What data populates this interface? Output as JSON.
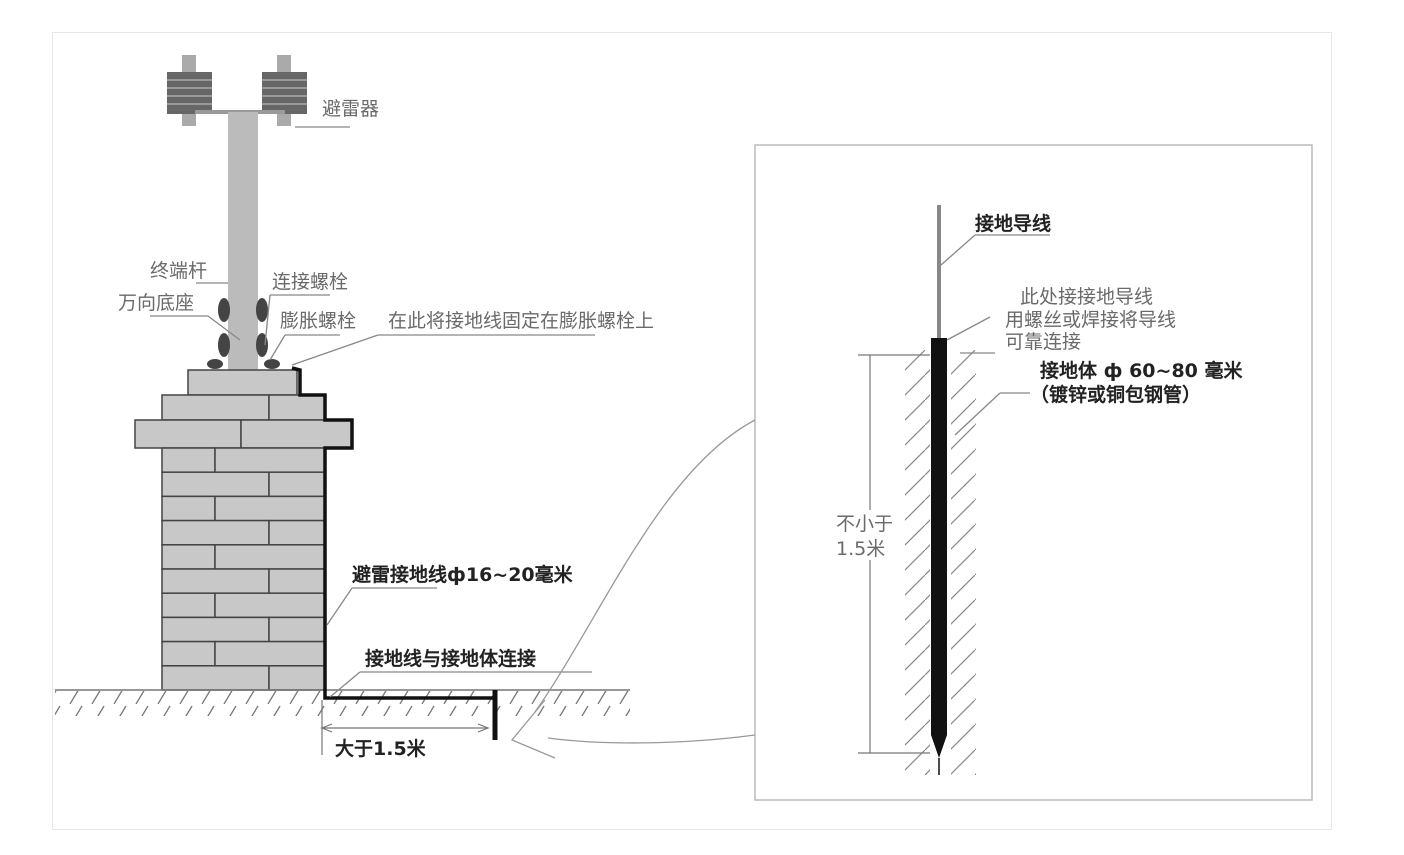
{
  "left_labels": {
    "arrester": "避雷器",
    "terminal_pole": "终端杆",
    "universal_base": "万向底座",
    "connect_bolt": "连接螺栓",
    "expansion_bolt": "膨胀螺栓",
    "fix_note": "在此将接地线固定在膨胀螺栓上",
    "ground_wire": "避雷接地线ф16~20毫米",
    "connection": "接地线与接地体连接",
    "distance": "大于1.5米"
  },
  "detail_labels": {
    "ground_conductor": "接地导线",
    "note_line1": "此处接接地导线",
    "note_line2": "用螺丝或焊接将导线",
    "note_line3": "可靠连接",
    "electrode": "接地体 ф 60~80 毫米",
    "electrode_material": "（镀锌或铜包钢管）",
    "depth_line1": "不小于",
    "depth_line2": "1.5米"
  },
  "colors": {
    "brick": "#c8c8c8",
    "line": "#111111",
    "label": "#6a6a6a"
  }
}
